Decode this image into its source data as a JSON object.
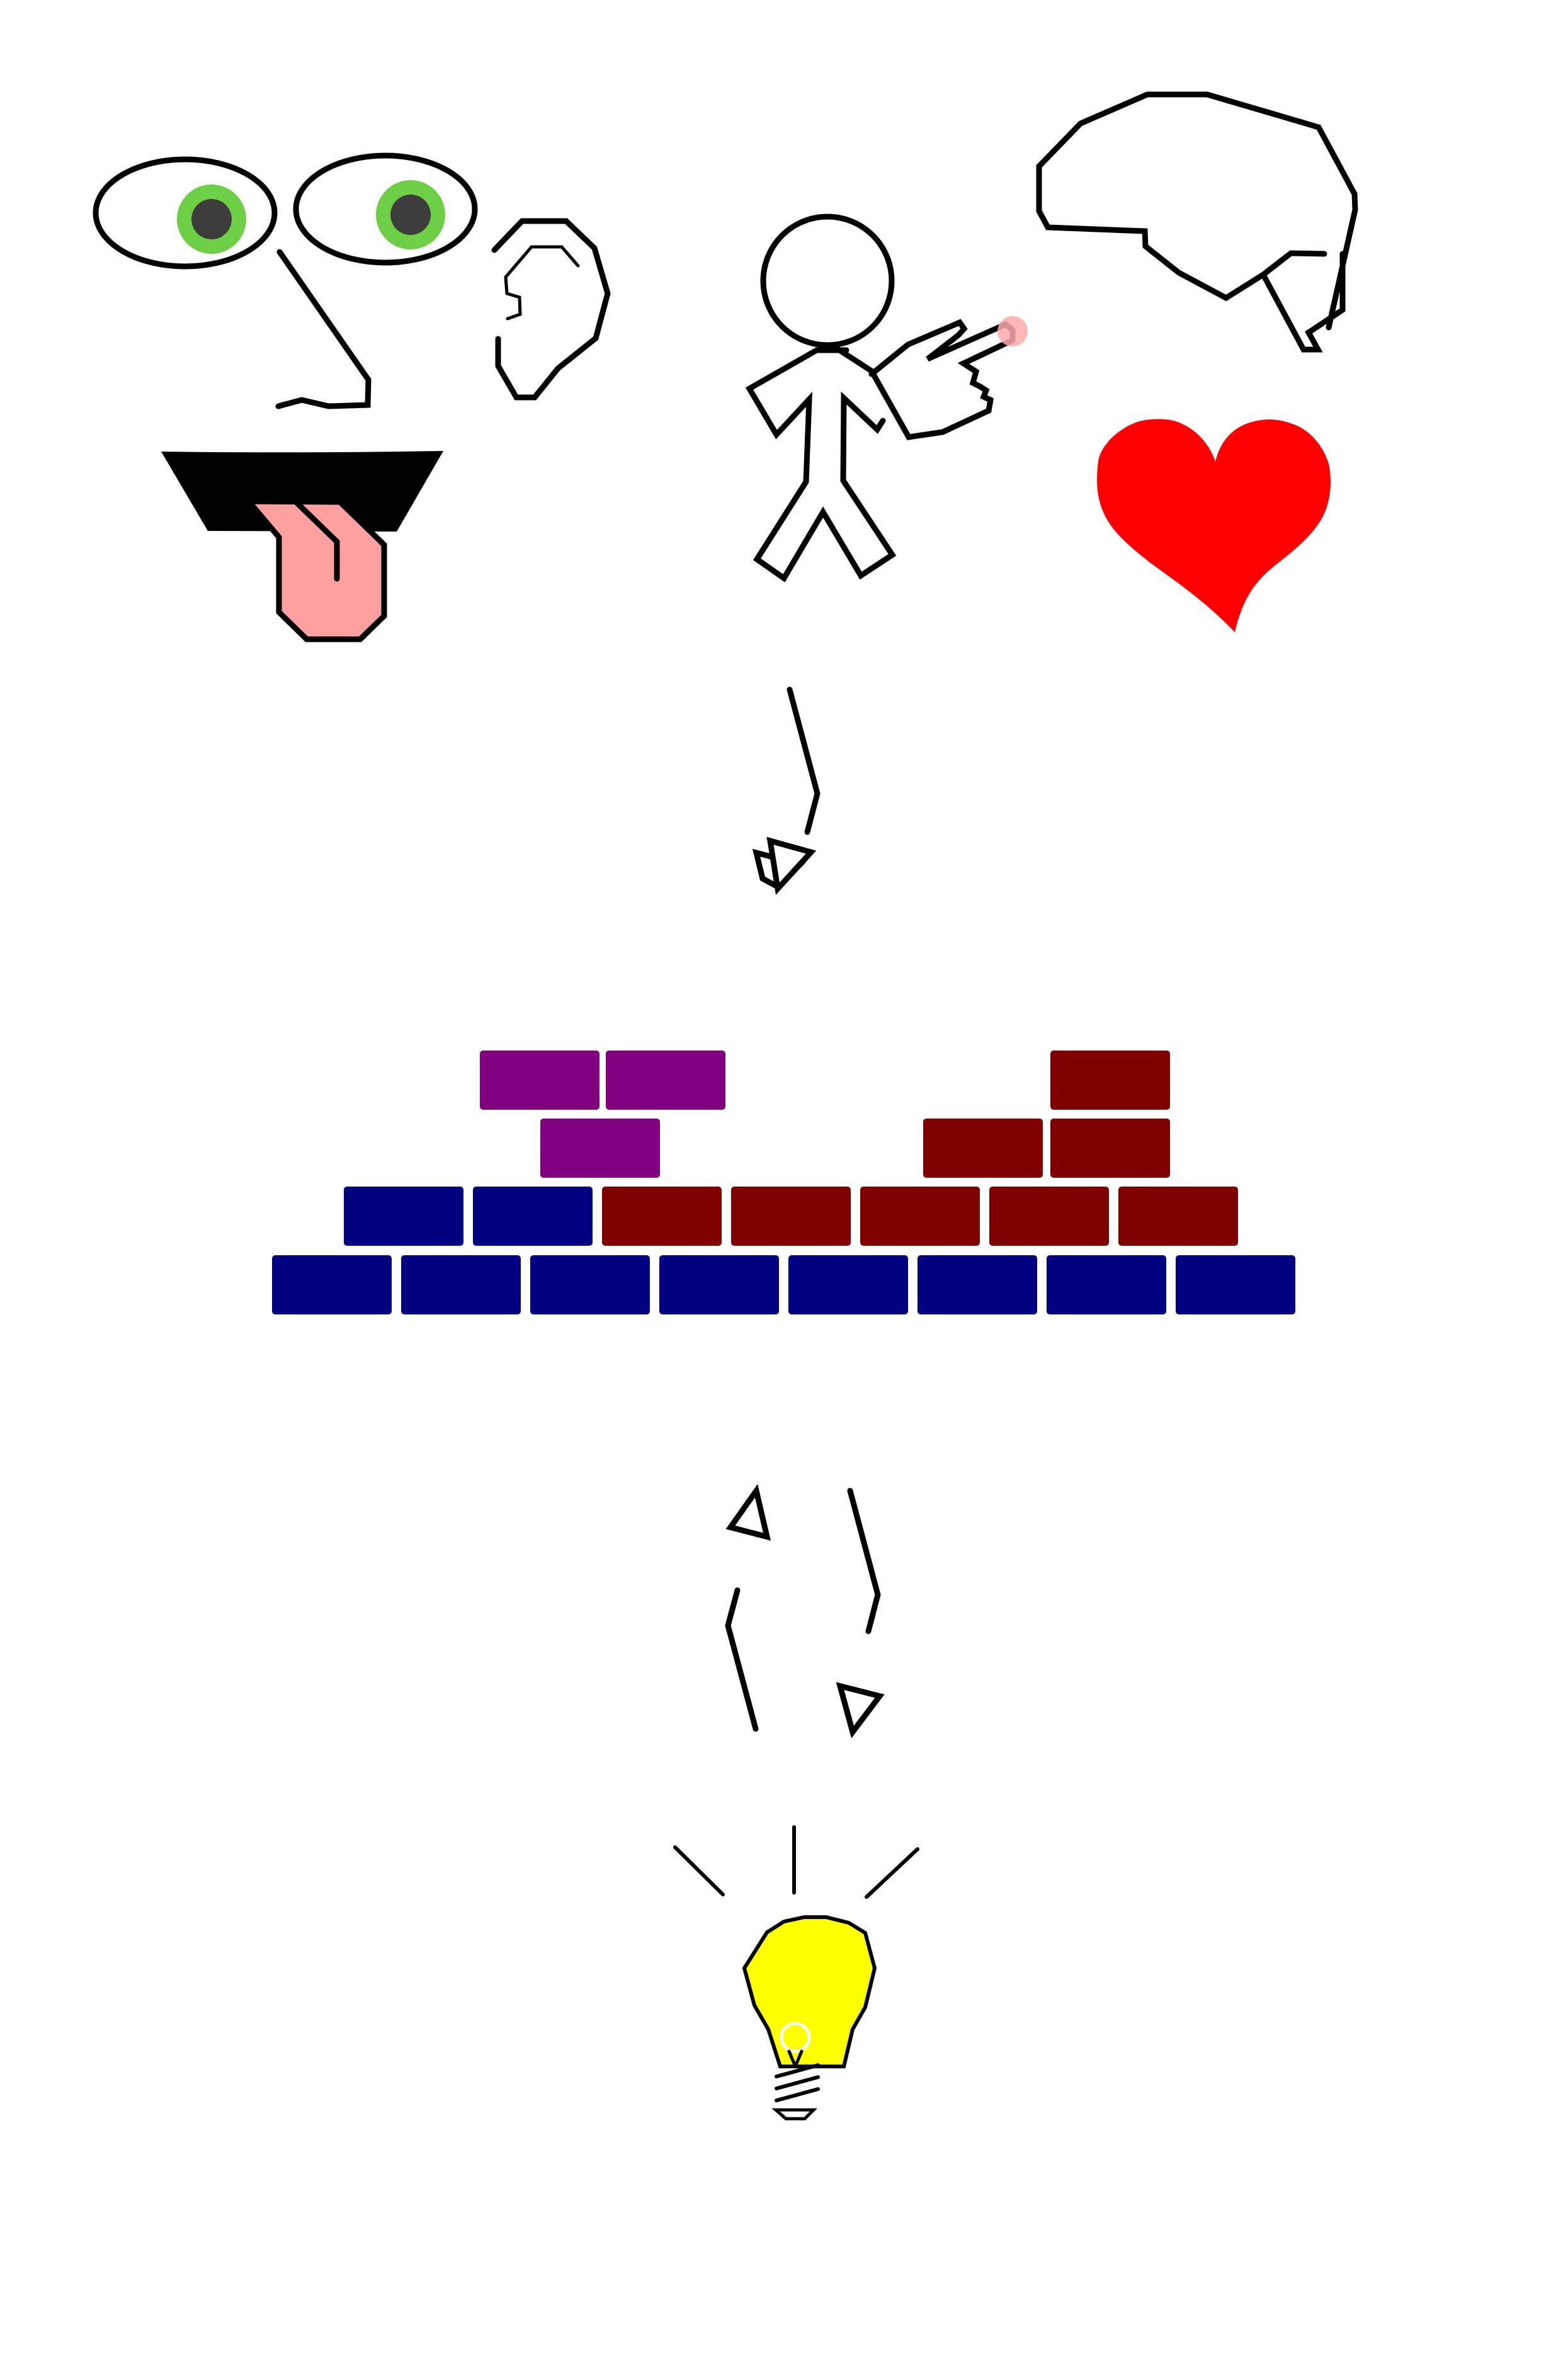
{
  "diagram": {
    "senses": [
      {
        "name": "eyes",
        "icon": "eyes-icon"
      },
      {
        "name": "nose",
        "icon": "nose-icon"
      },
      {
        "name": "ear",
        "icon": "ear-icon"
      },
      {
        "name": "mouth",
        "icon": "mouth-with-tongue-icon"
      },
      {
        "name": "touch",
        "icon": "stick-figure-pointing-icon"
      },
      {
        "name": "mind",
        "icon": "brain-outline-icon"
      },
      {
        "name": "feeling",
        "icon": "heart-icon"
      }
    ],
    "wall": {
      "colors": {
        "purple": "#800080",
        "maroon": "#800000",
        "navy": "#000080"
      },
      "rows": [
        {
          "row": 1,
          "bricks": [
            "purple",
            "purple",
            "maroon"
          ]
        },
        {
          "row": 2,
          "bricks": [
            "purple",
            "maroon",
            "maroon"
          ]
        },
        {
          "row": 3,
          "bricks": [
            "navy",
            "navy",
            "maroon",
            "maroon",
            "maroon",
            "maroon",
            "maroon"
          ]
        },
        {
          "row": 4,
          "bricks": [
            "navy",
            "navy",
            "navy",
            "navy",
            "navy",
            "navy",
            "navy",
            "navy"
          ]
        }
      ]
    },
    "bulb": {
      "icon": "lightbulb-icon",
      "color": "#ffff00"
    },
    "colors": {
      "eye_iris": "#6ccf45",
      "pupil": "#3d3d3d",
      "tongue": "#ffa0a0",
      "fingertip": "#ffaaaa",
      "heart": "#ff0000",
      "stroke": "#000000"
    }
  }
}
